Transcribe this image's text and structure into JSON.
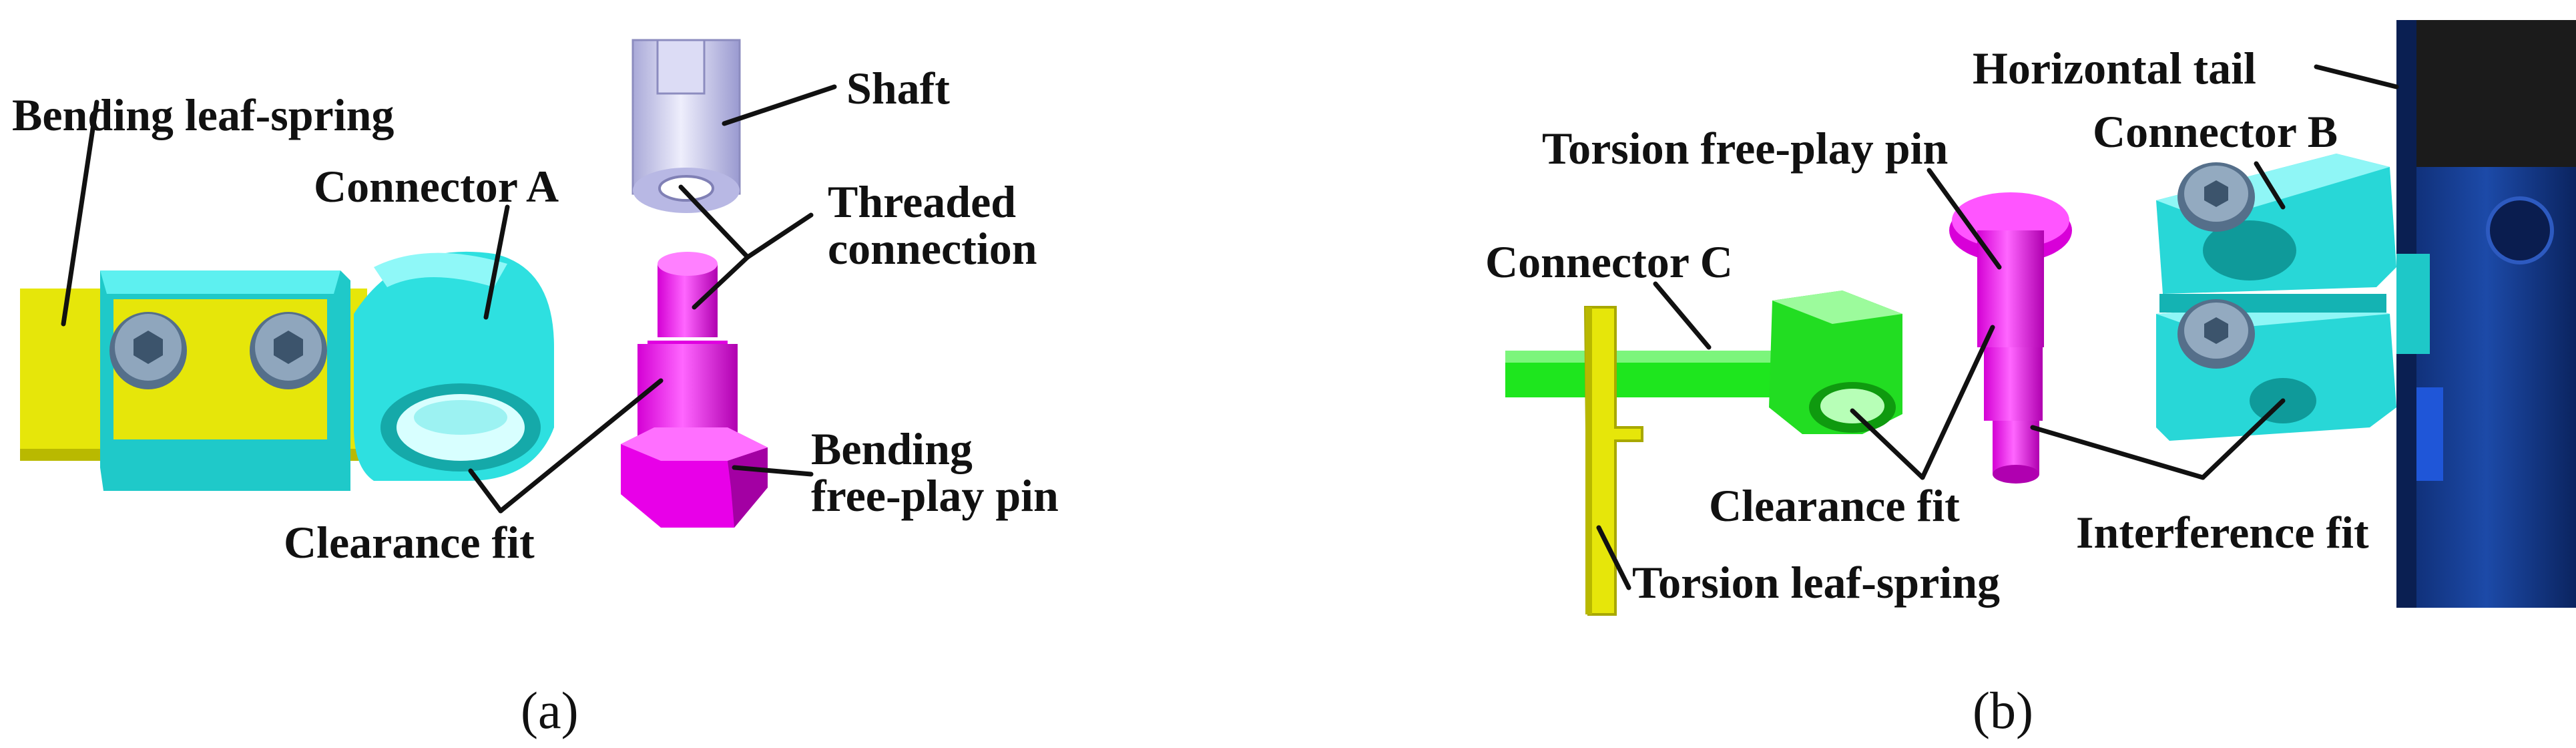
{
  "panel_a": {
    "caption": "(a)",
    "labels": {
      "bending_leaf_spring": "Bending leaf-spring",
      "connector_a": "Connector A",
      "shaft": "Shaft",
      "threaded_line1": "Threaded",
      "threaded_line2": "connection",
      "bending_pin_line1": "Bending",
      "bending_pin_line2": "free-play pin",
      "clearance_fit": "Clearance fit"
    }
  },
  "panel_b": {
    "caption": "(b)",
    "labels": {
      "horizontal_tail": "Horizontal tail",
      "connector_b": "Connector B",
      "torsion_pin": "Torsion free-play pin",
      "connector_c": "Connector C",
      "clearance_fit": "Clearance fit",
      "interference_fit": "Interference fit",
      "torsion_leaf_spring": "Torsion leaf-spring"
    }
  },
  "colors": {
    "leaf_spring": "#e6e60a",
    "connector_cyan": "#2ee0e0",
    "pin_magenta": "#ff1aff",
    "connector_green": "#1ee61e",
    "shaft": "#c9c9ee",
    "bolt": "#6d89a3",
    "tail_blue": "#123a8c"
  }
}
